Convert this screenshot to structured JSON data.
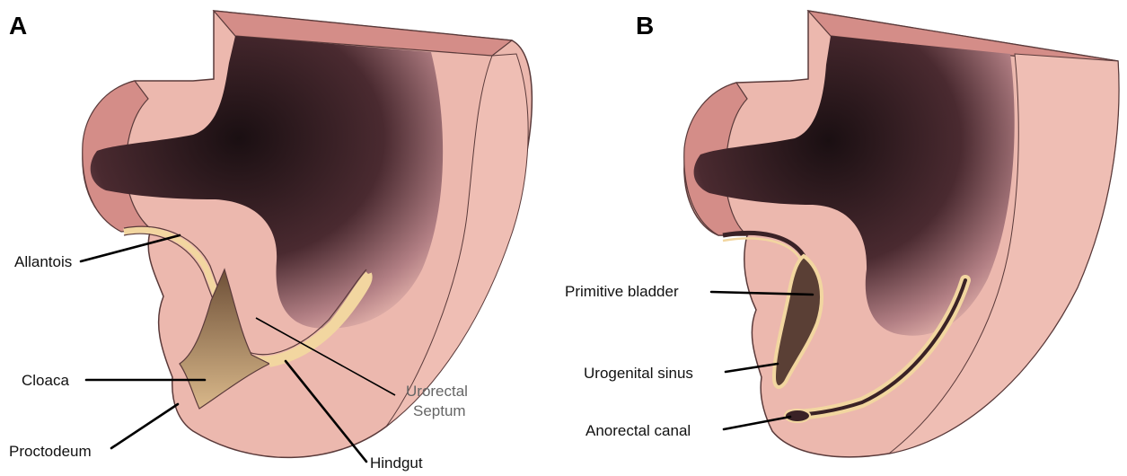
{
  "panels": [
    {
      "letter": "A",
      "labels": {
        "allantois": "Allantois",
        "cloaca": "Cloaca",
        "proctodeum": "Proctodeum",
        "urorectal_line1": "Urorectal",
        "urorectal_line2": "Septum",
        "hindgut": "Hindgut"
      }
    },
    {
      "letter": "B",
      "labels": {
        "primitive_bladder": "Primitive bladder",
        "urogenital_sinus": "Urogenital sinus",
        "anorectal_canal": "Anorectal canal"
      }
    }
  ],
  "colors": {
    "tissue": "#ecb8ae",
    "tissue_edge": "#d48d88",
    "lumen_dark": "#1a0f12",
    "epithelium": "#f2d6a0",
    "cloaca_fill": "#c8a77e"
  }
}
